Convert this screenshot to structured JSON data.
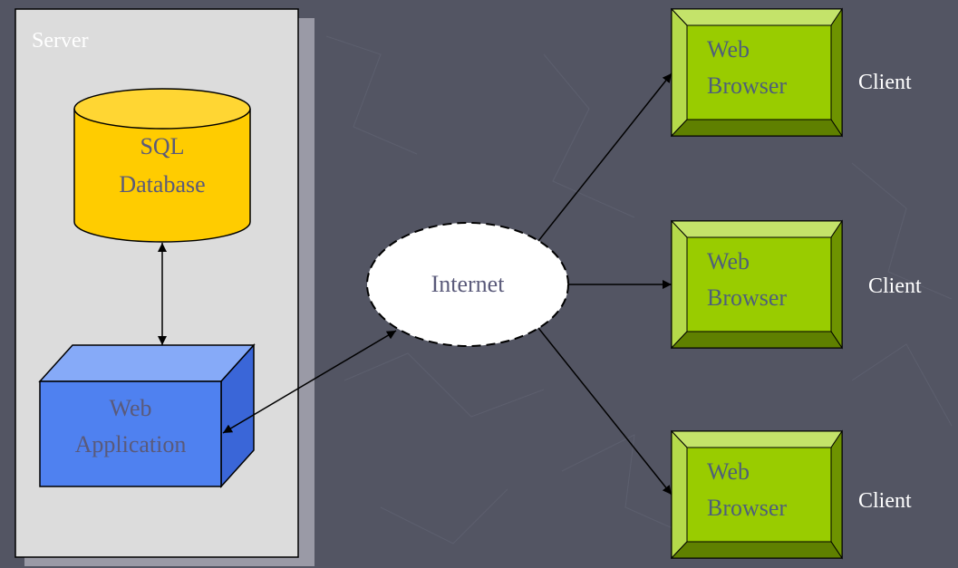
{
  "server": {
    "label": "Server"
  },
  "database": {
    "line1": "SQL",
    "line2": "Database"
  },
  "web_application": {
    "line1": "Web",
    "line2": "Application"
  },
  "internet": {
    "label": "Internet"
  },
  "browsers": [
    {
      "line1": "Web",
      "line2": "Browser",
      "client_label": "Client"
    },
    {
      "line1": "Web",
      "line2": "Browser",
      "client_label": "Client"
    },
    {
      "line1": "Web",
      "line2": "Browser",
      "client_label": "Client"
    }
  ],
  "colors": {
    "background": "#535563",
    "server_box": "#dcdcdc",
    "database": "#ffcc00",
    "web_application": "#4f81f0",
    "internet": "#ffffff",
    "browser": "#99cc00"
  }
}
